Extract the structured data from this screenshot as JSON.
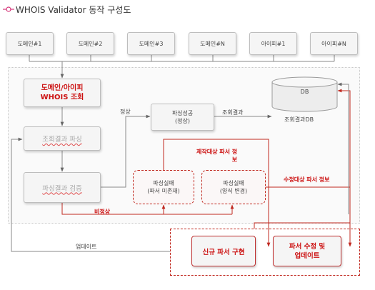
{
  "title": "WHOIS Validator 동작 구성도",
  "sources": [
    "도메인#1",
    "도메인#2",
    "도메인#3",
    "도메인#N",
    "아이피#1",
    "아이피#N"
  ],
  "steps": {
    "query": "도메인/아이피\nWHOIS 조회",
    "parse": "조회결과 파싱",
    "verify": "파싱결과 검증"
  },
  "parse_success": "파싱성공\n(정상)",
  "fail_pattern": "파싱실패\n(파서 미존재)",
  "fail_format": "파싱실패\n(양식 변경)",
  "db": "DB",
  "db_caption": "조회결과DB",
  "labels": {
    "normal": "정상",
    "result": "조회결과",
    "abnormal": "비정상",
    "produce_info": "제작대상 파서 정\n보",
    "modify_info": "수정대상 파서 정보",
    "update": "업데이트"
  },
  "new_parser": "신규 파서 구현",
  "modify_parser": "파서 수정 및\n업데이트",
  "colors": {
    "accent": "#cc1111",
    "box_bg": "#f5f5f5",
    "border": "#bdbdbd"
  }
}
